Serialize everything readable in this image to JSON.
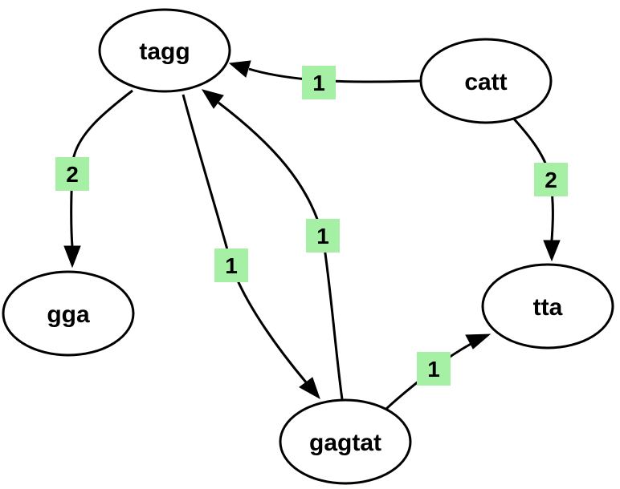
{
  "colors": {
    "label_bg": "#a6f0a6",
    "stroke": "#000000",
    "node_fill": "#ffffff",
    "background": "#ffffff"
  },
  "nodes": [
    {
      "id": "tagg",
      "label": "tagg"
    },
    {
      "id": "catt",
      "label": "catt"
    },
    {
      "id": "gga",
      "label": "gga"
    },
    {
      "id": "tta",
      "label": "tta"
    },
    {
      "id": "gagtat",
      "label": "gagtat"
    }
  ],
  "edges": [
    {
      "from": "catt",
      "to": "tagg",
      "weight": "1"
    },
    {
      "from": "tagg",
      "to": "gga",
      "weight": "2"
    },
    {
      "from": "tagg",
      "to": "gagtat",
      "weight": "1"
    },
    {
      "from": "gagtat",
      "to": "tagg",
      "weight": "1"
    },
    {
      "from": "catt",
      "to": "tta",
      "weight": "2"
    },
    {
      "from": "gagtat",
      "to": "tta",
      "weight": "1"
    }
  ]
}
